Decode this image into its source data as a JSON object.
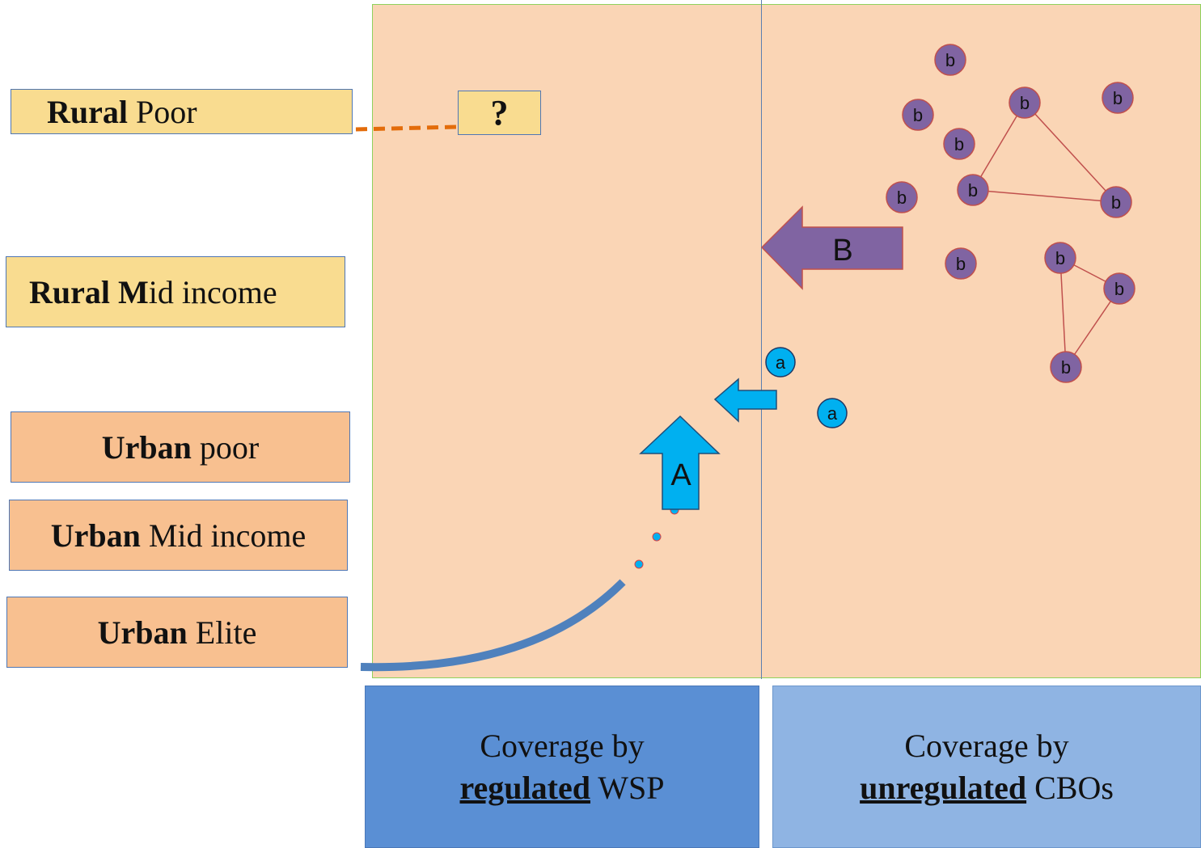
{
  "labels": {
    "rural_poor": {
      "bold": "Rural",
      "rest": " Poor"
    },
    "rural_mid": {
      "bold": "Rural M",
      "rest": "id income"
    },
    "urban_poor": {
      "bold": "Urban",
      "rest": " poor"
    },
    "urban_mid": {
      "bold": "Urban",
      "rest": " Mid income"
    },
    "urban_elite": {
      "bold": "Urban",
      "rest": " Elite"
    }
  },
  "question_box": "?",
  "coverage": {
    "regulated": {
      "line1": "Coverage by",
      "bold": "regulated",
      "rest": " WSP"
    },
    "unregulated": {
      "line1": "Coverage by",
      "bold": "unregulated",
      "rest": " CBOs"
    }
  },
  "arrows": {
    "a_label": "A",
    "b_label": "B"
  },
  "node_labels": {
    "a": "a",
    "b": "b"
  },
  "colors": {
    "panel": "#fad5b5",
    "yellow_box": "#f9dc90",
    "orange_box": "#f8c090",
    "regulated": "#5a8fd4",
    "unregulated": "#8fb4e3",
    "cyan_arrow": "#00b0f0",
    "purple": "#8064a2"
  }
}
